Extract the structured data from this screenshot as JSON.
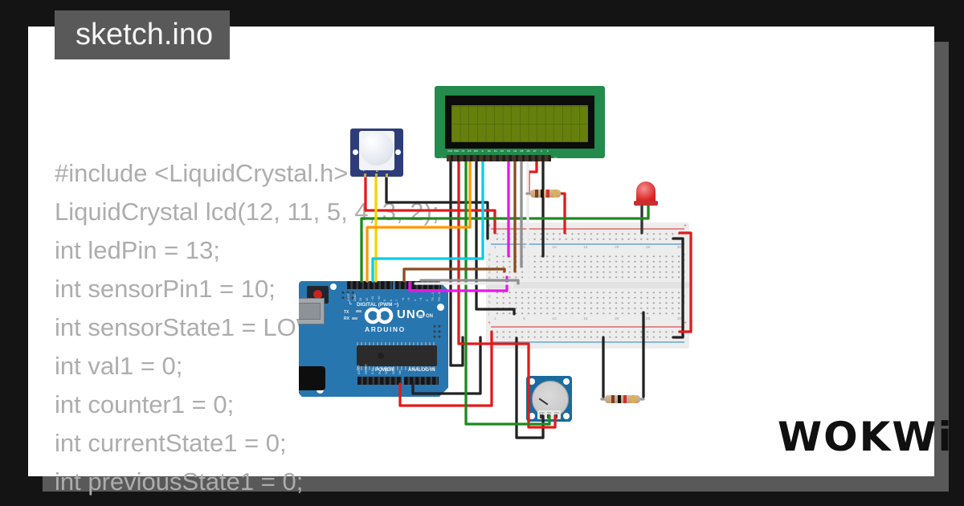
{
  "tab": {
    "title": "sketch.ino",
    "background": "#595959"
  },
  "code": {
    "text_color": "#adadad",
    "lines": [
      "#include <LiquidCrystal.h>",
      "",
      "LiquidCrystal lcd(12, 11, 5, 4, 3, 2);",
      "int ledPin = 13;",
      "int sensorPin1 = 10;",
      "int sensorState1 = LOW;",
      "int val1 = 0;",
      "int counter1 = 0;",
      "int currentState1 = 0;",
      "int previousState1 = 0;"
    ]
  },
  "logo": {
    "text": "WOKWi",
    "color": "#101010"
  },
  "lcd": {
    "board_color": "#238b4b",
    "screen_color": "#66800d",
    "pin_labels": [
      "VSS",
      "VDD",
      "V0",
      "RS",
      "RW",
      "E",
      "D0",
      "D1",
      "D2",
      "D3",
      "D4",
      "D5",
      "D6",
      "D7",
      "A",
      "K"
    ],
    "first_pin": "1",
    "last_pin": "16"
  },
  "pir": {
    "board_color": "#2e3d7a",
    "pin_labels": [
      "+",
      "D",
      "-"
    ]
  },
  "arduino": {
    "board_color": "#2776b0",
    "digital_label": "DIGITAL (PWM ~)",
    "brand": "ARDUINO",
    "model": "UNO",
    "on_label": "ON",
    "l_label": "L",
    "tx_label": "TX",
    "rx_label": "RX",
    "power_label": "POWER",
    "analog_label": "ANALOG IN",
    "digital_pins_left": [
      "AREF",
      "GND",
      "13",
      "12",
      "~11",
      "~10",
      "9",
      "8"
    ],
    "digital_pins_right": [
      "7",
      "~6",
      "~5",
      "4",
      "~3",
      "2",
      "TX→1",
      "RX←0"
    ],
    "power_pins": [
      "IOREF",
      "RESET",
      "3.3V",
      "5V",
      "GND",
      "GND",
      "Vin"
    ],
    "analog_pins": [
      "A0",
      "A1",
      "A2",
      "A3",
      "A4",
      "A5"
    ]
  },
  "breadboard": {
    "column_labels": [
      "1",
      "5",
      "10",
      "15",
      "20",
      "25",
      "30"
    ],
    "row_labels_top": [
      "a",
      "b",
      "c",
      "d",
      "e"
    ],
    "row_labels_bottom": [
      "f",
      "g",
      "h",
      "i",
      "j"
    ],
    "plus": "+"
  },
  "potentiometer": {
    "board_color": "#1a6b9d",
    "pin_labels": [
      "GND",
      "SIG",
      "VCC"
    ]
  },
  "wire_colors": {
    "black": "#222222",
    "red": "#e01b1b",
    "green": "#1d8a1d",
    "yellow": "#f0d500",
    "orange": "#ff9800",
    "cyan": "#00cfe8",
    "magenta": "#e816e8",
    "brown": "#8a4b20",
    "gray": "#909090",
    "white": "#ececec"
  }
}
